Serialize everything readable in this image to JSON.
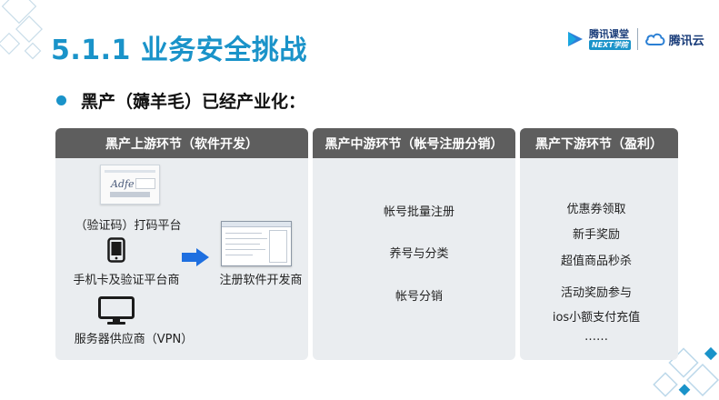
{
  "slide": {
    "title": "5.1.1 业务安全挑战",
    "bullet": "黑产（薅羊毛）已经产业化：",
    "copyright": "",
    "logos": {
      "ketang_name": "腾讯课堂",
      "ketang_tag": "NEXT学院",
      "yun_name": "腾讯云"
    }
  },
  "columns": [
    {
      "header": "黑产上游环节（软件开发）",
      "items": {
        "captcha_platform": "（验证码）打码平台",
        "sim_platform": "手机卡及验证平台商",
        "vpn_provider": "服务器供应商（VPN）",
        "software_dev": "注册软件开发商"
      },
      "captcha_text": "Adfe",
      "icons": [
        "captcha-screenshot",
        "phone-icon",
        "monitor-icon",
        "arrow-right-icon",
        "software-screenshot"
      ]
    },
    {
      "header": "黑产中游环节（帐号注册分销）",
      "items": [
        "帐号批量注册",
        "养号与分类",
        "帐号分销"
      ]
    },
    {
      "header": "黑产下游环节（盈利）",
      "items": [
        "优惠券领取",
        "新手奖励",
        "超值商品秒杀",
        "活动奖励参与",
        "ios小额支付充值",
        "……"
      ]
    }
  ],
  "colors": {
    "accent": "#1a93c9",
    "header_bg": "#5e5e5e",
    "panel_bg": "#eaedf0",
    "arrow": "#1e6fe0"
  }
}
